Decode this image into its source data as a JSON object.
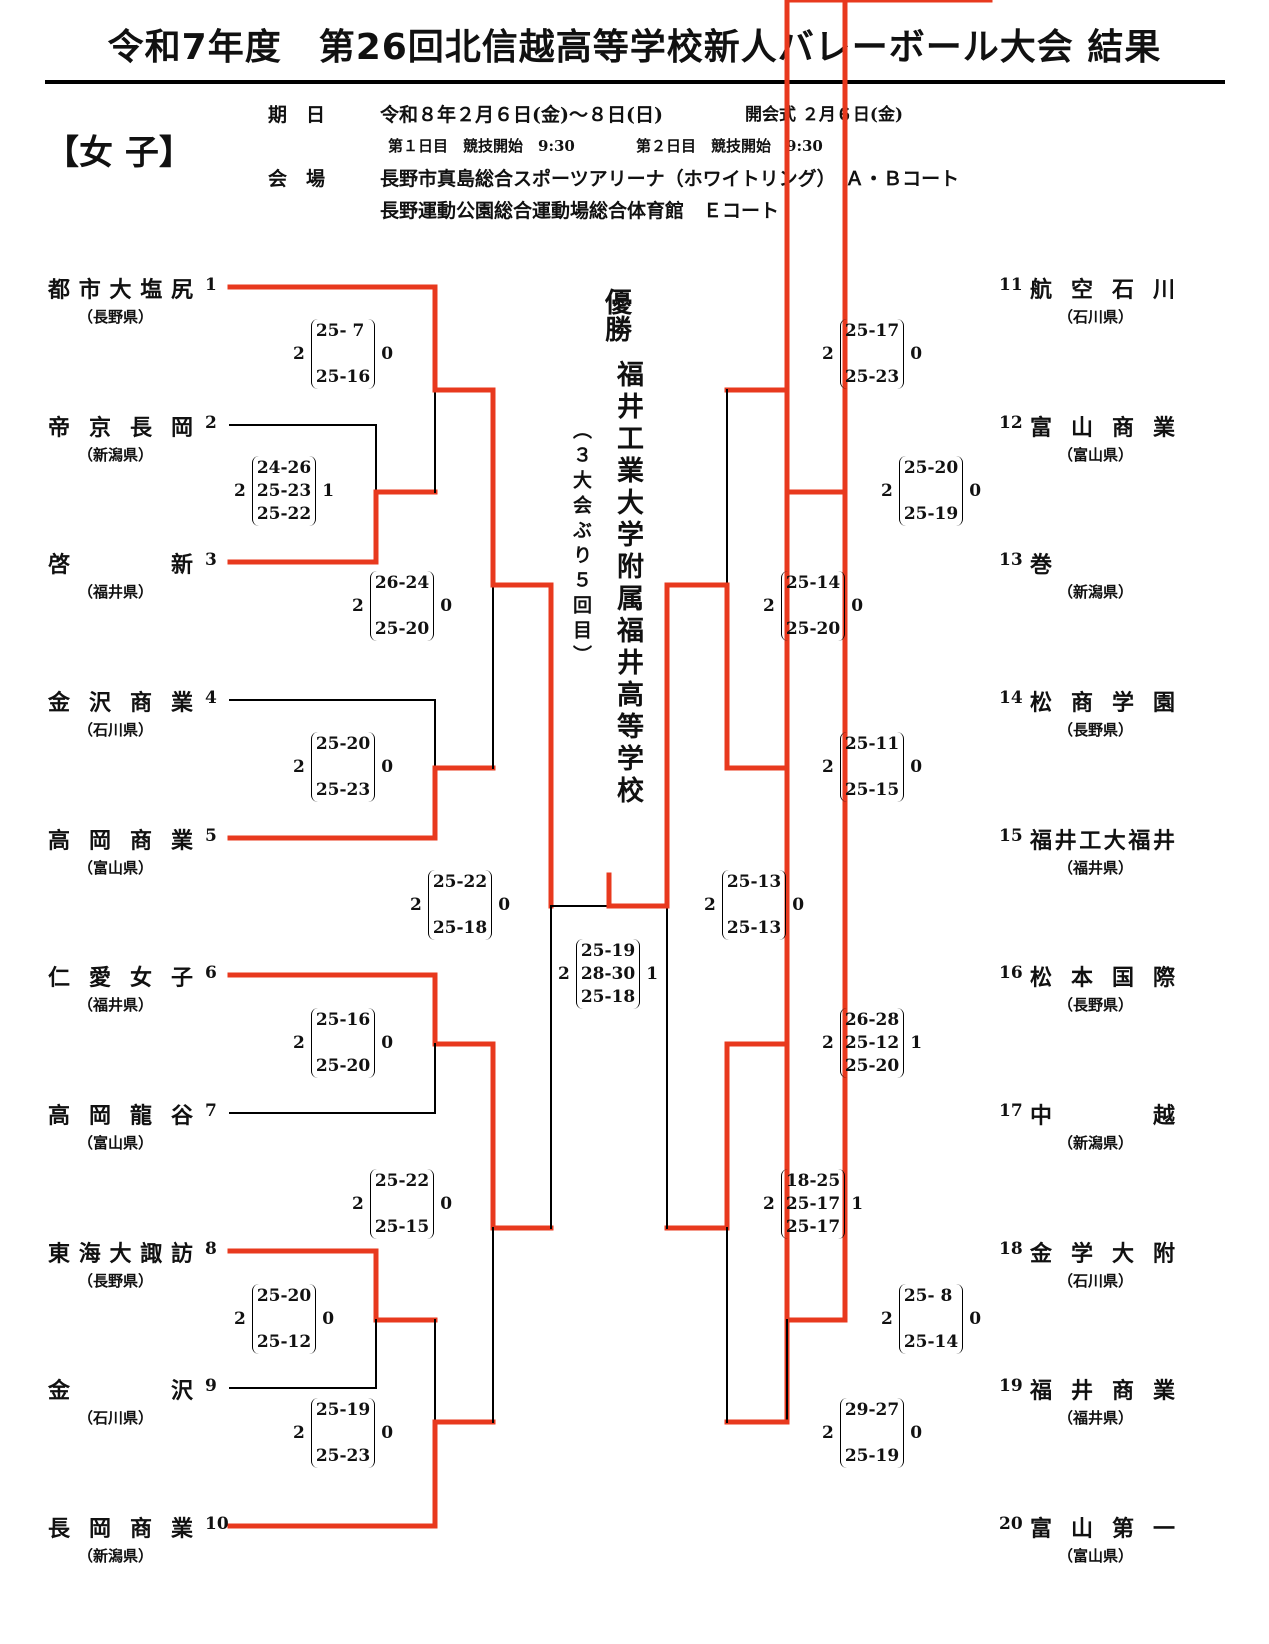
{
  "title": "令和7年度　第26回北信越高等学校新人バレーボール大会 結果",
  "division": "【女 子】",
  "info": {
    "date_label": "期　日",
    "date_value": "令和８年２月６日(金)～８日(日)",
    "ceremony": "開会式 ２月６日(金)",
    "day1": "第１日目　競技開始　9:30",
    "day2": "第２日目　競技開始　9:30",
    "venue_label": "会　場",
    "venue1": "長野市真島総合スポーツアリーナ（ホワイトリング）　Ａ・Ｂコート",
    "venue2": "長野運動公園総合運動場総合体育館　Ｅコート"
  },
  "champion": {
    "label": "優勝",
    "name": "福井工業大学附属福井高等学校",
    "note": "（３大会ぶり５回目）"
  },
  "teams": [
    {
      "seed": "1",
      "name": "都市大塩尻",
      "pref": "（長野県）"
    },
    {
      "seed": "2",
      "name": "帝京長岡",
      "pref": "（新潟県）"
    },
    {
      "seed": "3",
      "name": "啓新",
      "pref": "（福井県）"
    },
    {
      "seed": "4",
      "name": "金沢商業",
      "pref": "（石川県）"
    },
    {
      "seed": "5",
      "name": "高岡商業",
      "pref": "（富山県）"
    },
    {
      "seed": "6",
      "name": "仁愛女子",
      "pref": "（福井県）"
    },
    {
      "seed": "7",
      "name": "高岡龍谷",
      "pref": "（富山県）"
    },
    {
      "seed": "8",
      "name": "東海大諏訪",
      "pref": "（長野県）"
    },
    {
      "seed": "9",
      "name": "金沢",
      "pref": "（石川県）"
    },
    {
      "seed": "10",
      "name": "長岡商業",
      "pref": "（新潟県）"
    },
    {
      "seed": "11",
      "name": "航空石川",
      "pref": "（石川県）"
    },
    {
      "seed": "12",
      "name": "富山商業",
      "pref": "（富山県）"
    },
    {
      "seed": "13",
      "name": "巻",
      "pref": "（新潟県）"
    },
    {
      "seed": "14",
      "name": "松商学園",
      "pref": "（長野県）"
    },
    {
      "seed": "15",
      "name": "福井工大福井",
      "pref": "（福井県）"
    },
    {
      "seed": "16",
      "name": "松本国際",
      "pref": "（長野県）"
    },
    {
      "seed": "17",
      "name": "中越",
      "pref": "（新潟県）"
    },
    {
      "seed": "18",
      "name": "金学大附",
      "pref": "（石川県）"
    },
    {
      "seed": "19",
      "name": "福井商業",
      "pref": "（福井県）"
    },
    {
      "seed": "20",
      "name": "富山第一",
      "pref": "（富山県）"
    }
  ],
  "matches": [
    {
      "id": "m1v23",
      "winner_sets": "2",
      "loser_sets": "0",
      "sets": [
        "25- 7",
        "25-16"
      ]
    },
    {
      "id": "m2v3",
      "winner_sets": "2",
      "loser_sets": "1",
      "sets": [
        "24-26",
        "25-23",
        "25-22"
      ]
    },
    {
      "id": "m4v5",
      "winner_sets": "2",
      "loser_sets": "0",
      "sets": [
        "25-20",
        "25-23"
      ]
    },
    {
      "id": "mL_qf1",
      "winner_sets": "2",
      "loser_sets": "0",
      "sets": [
        "26-24",
        "25-20"
      ]
    },
    {
      "id": "mL_sf",
      "winner_sets": "2",
      "loser_sets": "0",
      "sets": [
        "25-22",
        "25-18"
      ]
    },
    {
      "id": "m6v7",
      "winner_sets": "2",
      "loser_sets": "0",
      "sets": [
        "25-16",
        "25-20"
      ]
    },
    {
      "id": "mL_qf2",
      "winner_sets": "2",
      "loser_sets": "0",
      "sets": [
        "25-22",
        "25-15"
      ]
    },
    {
      "id": "m8v9",
      "winner_sets": "2",
      "loser_sets": "0",
      "sets": [
        "25-20",
        "25-12"
      ]
    },
    {
      "id": "m8v10",
      "winner_sets": "2",
      "loser_sets": "0",
      "sets": [
        "25-19",
        "25-23"
      ]
    },
    {
      "id": "m11v12",
      "winner_sets": "2",
      "loser_sets": "0",
      "sets": [
        "25-17",
        "25-23"
      ]
    },
    {
      "id": "m12v13",
      "winner_sets": "2",
      "loser_sets": "0",
      "sets": [
        "25-20",
        "25-19"
      ]
    },
    {
      "id": "mR_qf1",
      "winner_sets": "2",
      "loser_sets": "0",
      "sets": [
        "25-14",
        "25-20"
      ]
    },
    {
      "id": "m14v15",
      "winner_sets": "2",
      "loser_sets": "0",
      "sets": [
        "25-11",
        "25-15"
      ]
    },
    {
      "id": "mR_sf",
      "winner_sets": "2",
      "loser_sets": "0",
      "sets": [
        "25-13",
        "25-13"
      ]
    },
    {
      "id": "m16v17",
      "winner_sets": "2",
      "loser_sets": "1",
      "sets": [
        "26-28",
        "25-12",
        "25-20"
      ]
    },
    {
      "id": "mR_qf2",
      "winner_sets": "2",
      "loser_sets": "1",
      "sets": [
        "18-25",
        "25-17",
        "25-17"
      ]
    },
    {
      "id": "m18v19",
      "winner_sets": "2",
      "loser_sets": "0",
      "sets": [
        "25- 8",
        "25-14"
      ]
    },
    {
      "id": "m19v20",
      "winner_sets": "2",
      "loser_sets": "0",
      "sets": [
        "29-27",
        "25-19"
      ]
    },
    {
      "id": "final",
      "winner_sets": "2",
      "loser_sets": "1",
      "sets": [
        "25-19",
        "28-30",
        "25-18"
      ]
    }
  ],
  "colors": {
    "win_line": "#e8391e",
    "lose_line": "#000000"
  }
}
